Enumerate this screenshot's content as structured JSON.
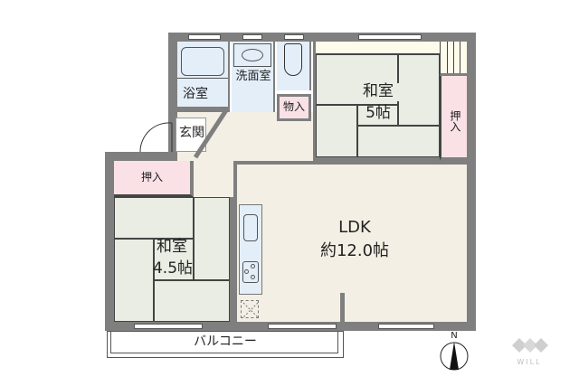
{
  "floor_plan": {
    "rooms": {
      "bathroom": {
        "label": "浴室",
        "color": "#e3eef9"
      },
      "washroom": {
        "label": "洗面室",
        "color": "#e3eef9"
      },
      "toilet": {
        "label": "",
        "color": "#e3eef9"
      },
      "storage_small": {
        "label": "物入",
        "color": "#f9e1e6"
      },
      "entrance": {
        "label": "玄関",
        "color": "#ffffff"
      },
      "closet_left": {
        "label": "押入",
        "color": "#f9e1e6"
      },
      "closet_right": {
        "label": "押入",
        "color": "#f9e1e6"
      },
      "washitsu_5": {
        "line1": "和室",
        "line2": "5帖",
        "color": "#e9ede3"
      },
      "washitsu_45": {
        "line1": "和室",
        "line2": "4.5帖",
        "color": "#e9ede3"
      },
      "ldk": {
        "line1": "LDK",
        "line2": "約12.0帖",
        "color": "#f4efe4"
      },
      "balcony": {
        "label": "バルコニー"
      }
    },
    "compass": {
      "label": "N"
    },
    "logo": {
      "text": "WILL",
      "color": "#c8c8c8"
    },
    "colors": {
      "wall": "#7f7f7f",
      "hallway": "#f4efe4",
      "tatami": "#e9ede3",
      "wet_area": "#e3eef9",
      "storage": "#f9e1e6",
      "stairs": "#fdfbe9"
    }
  }
}
